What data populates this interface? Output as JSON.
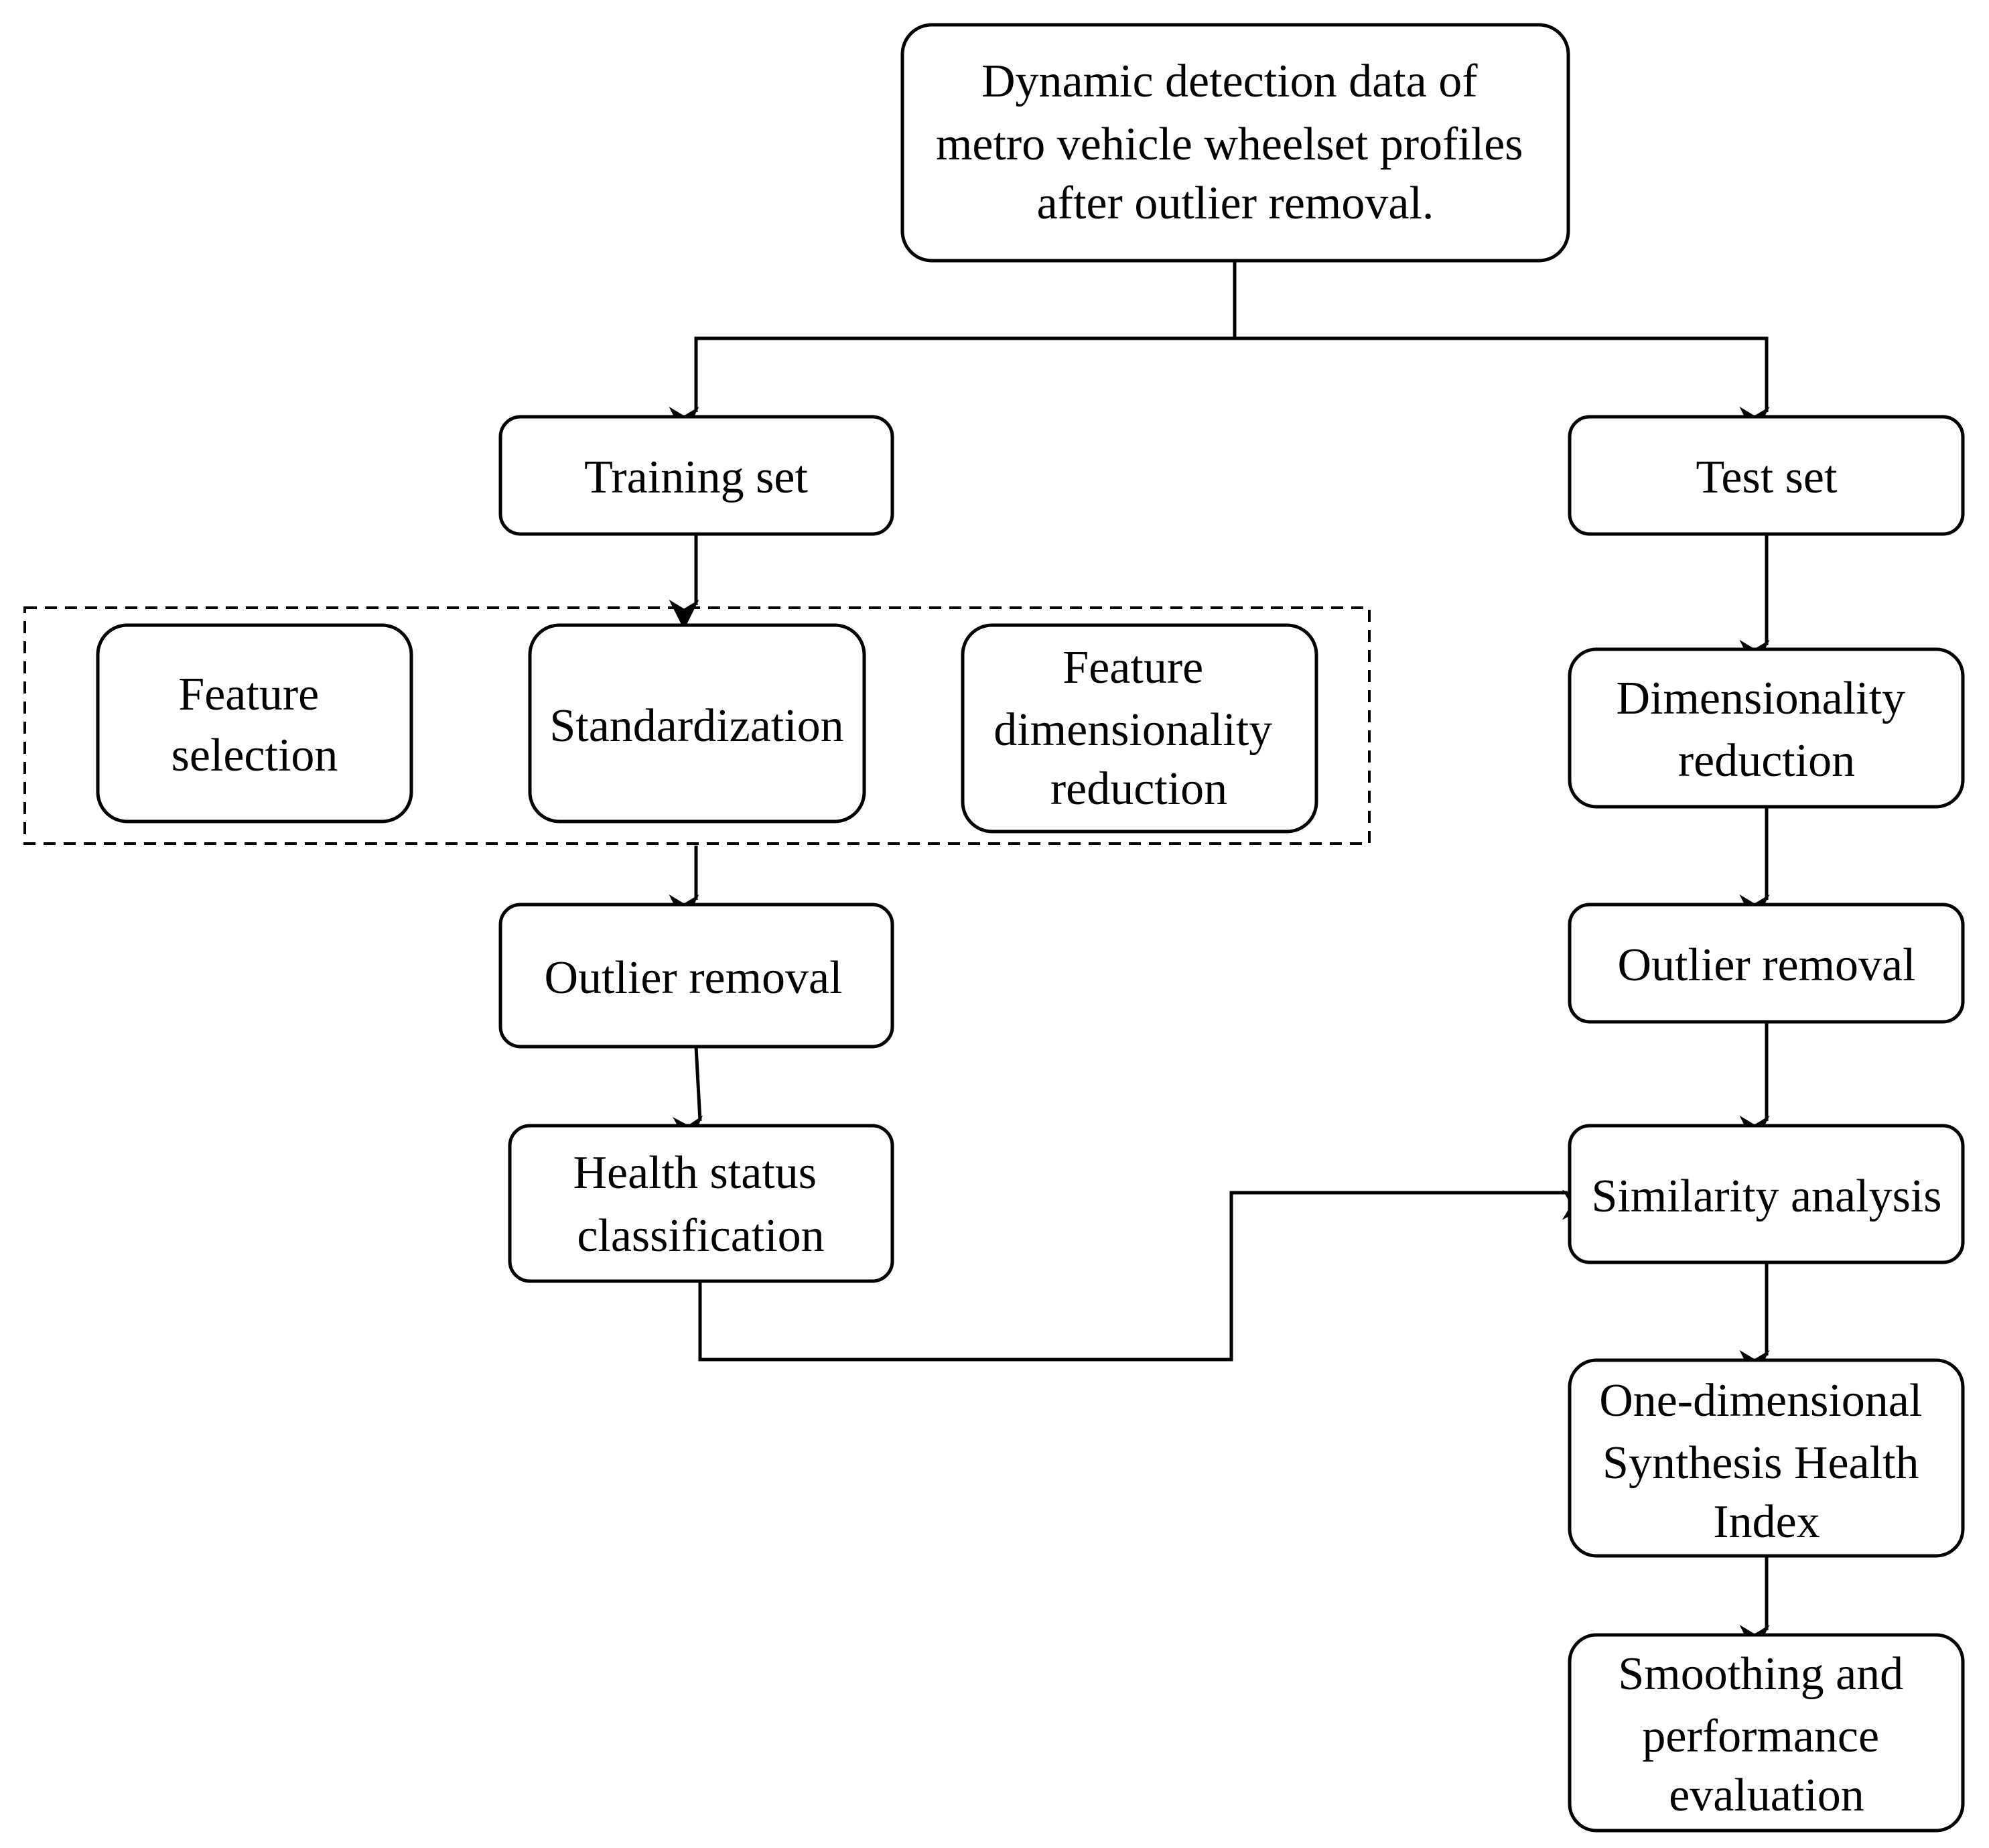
{
  "nodes": {
    "source_data": [
      "Dynamic detection data of",
      "metro vehicle wheelset profiles",
      "after outlier removal."
    ],
    "training_set": [
      "Training set"
    ],
    "test_set": [
      "Test set"
    ],
    "feature_selection": [
      "Feature",
      "selection"
    ],
    "standardization": [
      "Standardization"
    ],
    "feature_dim_reduction": [
      "Feature",
      "dimensionality",
      "reduction"
    ],
    "dim_reduction": [
      "Dimensionality",
      "reduction"
    ],
    "outlier_removal_train": [
      "Outlier removal"
    ],
    "outlier_removal_test": [
      "Outlier removal"
    ],
    "health_status": [
      "Health status",
      "classification"
    ],
    "similarity": [
      "Similarity analysis"
    ],
    "one_dim_index": [
      "One-dimensional",
      "Synthesis Health",
      "Index"
    ],
    "smoothing": [
      "Smoothing and",
      "performance",
      "evaluation"
    ]
  },
  "edges": [
    [
      "source_data",
      "training_set"
    ],
    [
      "source_data",
      "test_set"
    ],
    [
      "training_set",
      "preprocessing_group"
    ],
    [
      "preprocessing_group",
      "outlier_removal_train"
    ],
    [
      "outlier_removal_train",
      "health_status"
    ],
    [
      "health_status",
      "similarity"
    ],
    [
      "test_set",
      "dim_reduction"
    ],
    [
      "dim_reduction",
      "outlier_removal_test"
    ],
    [
      "outlier_removal_test",
      "similarity"
    ],
    [
      "similarity",
      "one_dim_index"
    ],
    [
      "one_dim_index",
      "smoothing"
    ]
  ]
}
